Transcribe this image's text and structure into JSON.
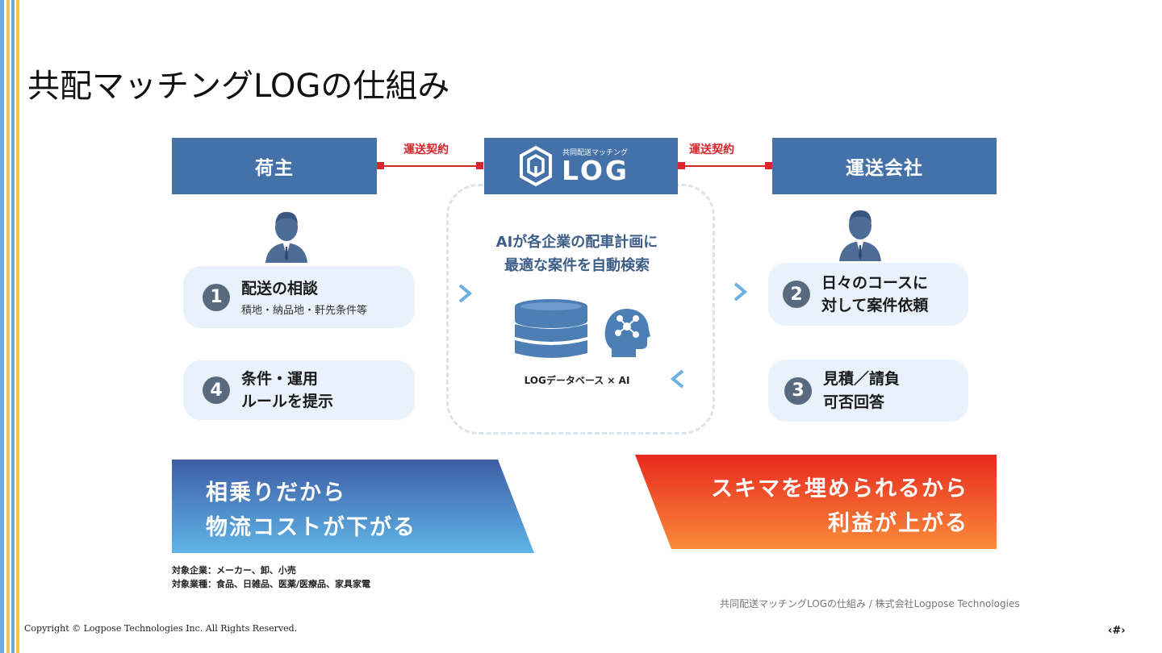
{
  "slide": {
    "title": "共配マッチングLOGの仕組み",
    "copyright": "Copyright © Logpose Technologies Inc. All Rights Reserved.",
    "page_number": "‹#›",
    "source": "共同配送マッチングLOGの仕組み / 株式会社Logpose Technologies"
  },
  "diagram": {
    "shipper": "荷主",
    "carrier": "運送会社",
    "logo_small": "共同配送マッチング",
    "logo_big": "LOG",
    "contract_left": "運送契約",
    "contract_right": "運送契約",
    "center_line1": "AIが各企業の配車計画に",
    "center_line2": "最適な案件を自動検索",
    "db_label": "LOGデータベース × AI",
    "steps": {
      "s1": {
        "num": "1",
        "main": "配送の相談",
        "sub": "積地・納品地・軒先条件等"
      },
      "s2": {
        "num": "2",
        "line1": "日々のコースに",
        "line2": "対して案件依頼"
      },
      "s3": {
        "num": "3",
        "line1": "見積／請負",
        "line2": "可否回答"
      },
      "s4": {
        "num": "4",
        "line1": "条件・運用",
        "line2": "ルールを提示"
      }
    },
    "benefit_left": {
      "line1": "相乗りだから",
      "line2": "物流コストが下がる"
    },
    "benefit_right": {
      "line1": "スキマを埋められるから",
      "line2": "利益が上がる"
    },
    "targets": {
      "companies": "対象企業：メーカー、卸、小売",
      "industries": "対象業種：食品、日雑品、医薬/医療品、家具家電"
    }
  },
  "colors": {
    "box_blue": "#4472a8",
    "contract_red": "#d9262e",
    "pill_bg": "#e9f2fb",
    "stripe_blue": "#6fa8dc",
    "stripe_yellow": "#f4c54a"
  },
  "icons": [
    "person-icon",
    "database-icon",
    "ai-head-icon",
    "arrow-right-icon",
    "arrow-left-icon",
    "log-logo-icon"
  ]
}
